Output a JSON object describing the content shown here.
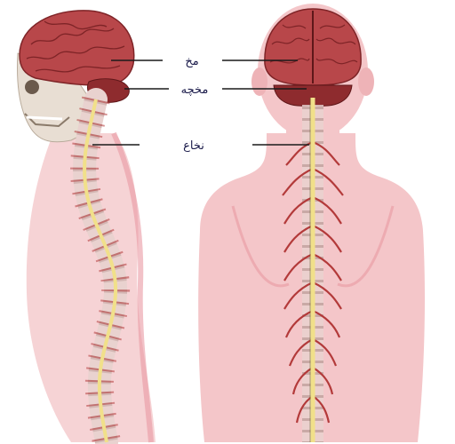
{
  "labels": {
    "brain": "مخ",
    "cerebellum": "مخچه",
    "spinal_cord": "نخاع"
  },
  "colors": {
    "skin": "#f4c6c9",
    "skin_shadow": "#eaa7ad",
    "brain": "#b8474a",
    "brain_dark": "#7e2427",
    "cerebellum": "#8e2b2e",
    "vertebra": "#e9d2cf",
    "nerve": "#b33a3a",
    "cord": "#f1e08a",
    "bone": "#efe5dc",
    "leader": "#1a1a1a",
    "label_text": "#1a1a4a"
  }
}
